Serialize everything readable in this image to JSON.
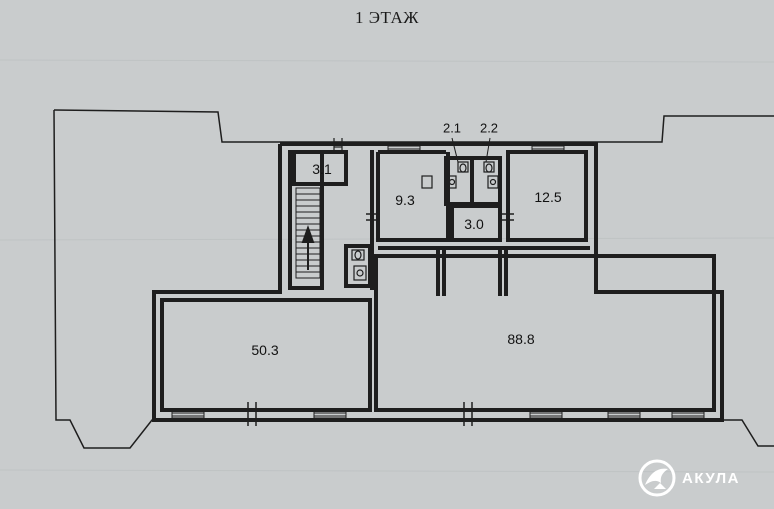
{
  "floor_title": "1 ЭТАЖ",
  "rooms": [
    {
      "id": "room-3-1",
      "label": "3.1"
    },
    {
      "id": "room-9-3",
      "label": "9.3"
    },
    {
      "id": "room-2-1",
      "label": "2.1"
    },
    {
      "id": "room-2-2",
      "label": "2.2"
    },
    {
      "id": "room-3-0",
      "label": "3.0"
    },
    {
      "id": "room-12-5",
      "label": "12.5"
    },
    {
      "id": "room-50-3",
      "label": "50.3"
    },
    {
      "id": "room-88-8",
      "label": "88.8"
    }
  ],
  "brand": {
    "name": "АКУЛА",
    "logo_icon": "shark-logo-icon",
    "logo_color": "#ffffff"
  },
  "colors": {
    "paper": "#c9cccd",
    "ink": "#1e1e1e"
  }
}
